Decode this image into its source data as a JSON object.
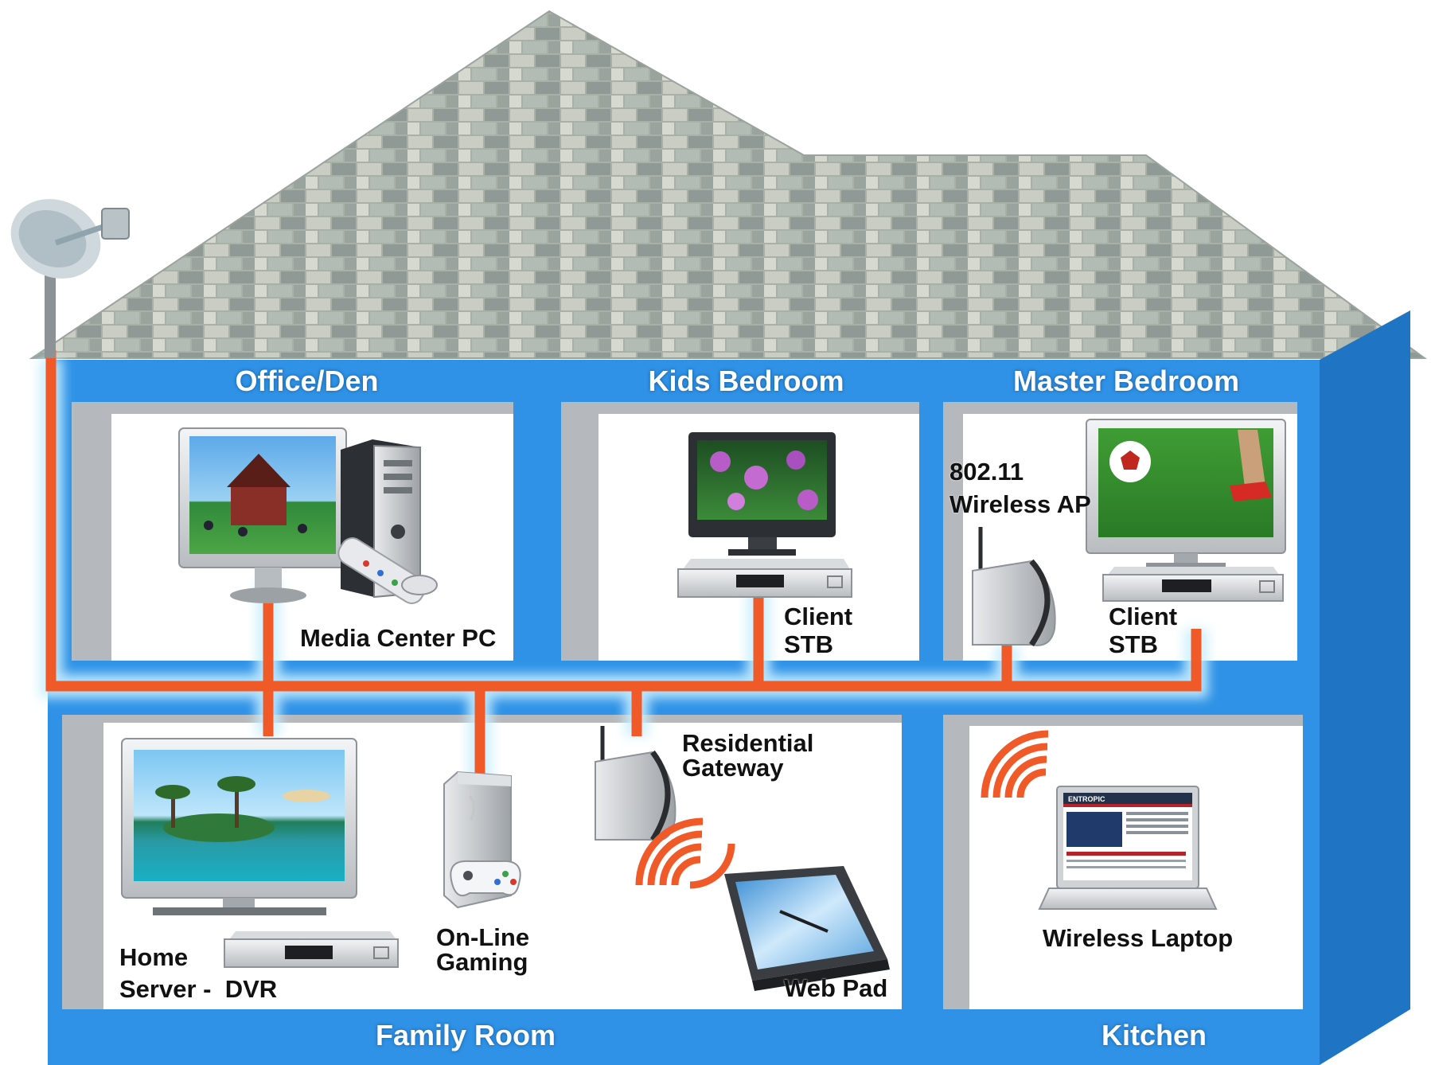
{
  "colors": {
    "house_wall": "#2f92e6",
    "house_wall_dark": "#1f75c4",
    "room_bg": "#ffffff",
    "room_shadow": "#b5b9be",
    "cable": "#f05a28",
    "cable_glow": "#bfeaff",
    "roof_light": "#c9cdc3",
    "roof_dark": "#8f9a96",
    "room_title": "#ffffff",
    "label_text": "#111111"
  },
  "rooms": {
    "office": {
      "title": "Office/Den"
    },
    "kids": {
      "title": "Kids Bedroom"
    },
    "master": {
      "title": "Master Bedroom"
    },
    "family": {
      "title": "Family Room"
    },
    "kitchen": {
      "title": "Kitchen"
    }
  },
  "labels": {
    "media_center": "Media Center PC",
    "client_stb_kids": [
      "Client",
      "STB"
    ],
    "wireless_ap": [
      "802.11",
      "Wireless AP"
    ],
    "client_stb_master": [
      "Client",
      "STB"
    ],
    "residential_gateway": [
      "Residential",
      "Gateway"
    ],
    "online_gaming": [
      "On-Line",
      "Gaming"
    ],
    "home_server": [
      "Home",
      "Server -  DVR"
    ],
    "web_pad": "Web Pad",
    "wireless_laptop": "Wireless Laptop"
  },
  "icons": [
    "satellite-dish-icon",
    "monitor-icon",
    "pc-tower-icon",
    "remote-control-icon",
    "mouse-icon",
    "tv-icon",
    "set-top-box-icon",
    "wireless-router-icon",
    "game-console-icon",
    "gamepad-icon",
    "tablet-icon",
    "laptop-icon",
    "wifi-waves-icon"
  ],
  "laptop_screen": {
    "brand": "ENTROPIC"
  }
}
